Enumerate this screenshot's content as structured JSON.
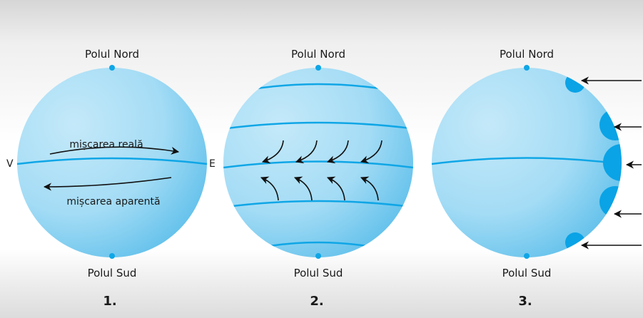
{
  "colors": {
    "globe_light": "#b9e4f7",
    "globe_dark": "#5cc0ec",
    "line": "#0fa6e6",
    "arrow": "#111111"
  },
  "globe1": {
    "north": "Polul Nord",
    "south": "Polul Sud",
    "west": "V",
    "east": "E",
    "real_motion": "mișcarea reală",
    "apparent_motion": "mișcarea aparentă",
    "number": "1."
  },
  "globe2": {
    "north": "Polul Nord",
    "south": "Polul Sud",
    "number": "2."
  },
  "globe3": {
    "north": "Polul Nord",
    "south": "Polul Sud",
    "number": "3."
  }
}
